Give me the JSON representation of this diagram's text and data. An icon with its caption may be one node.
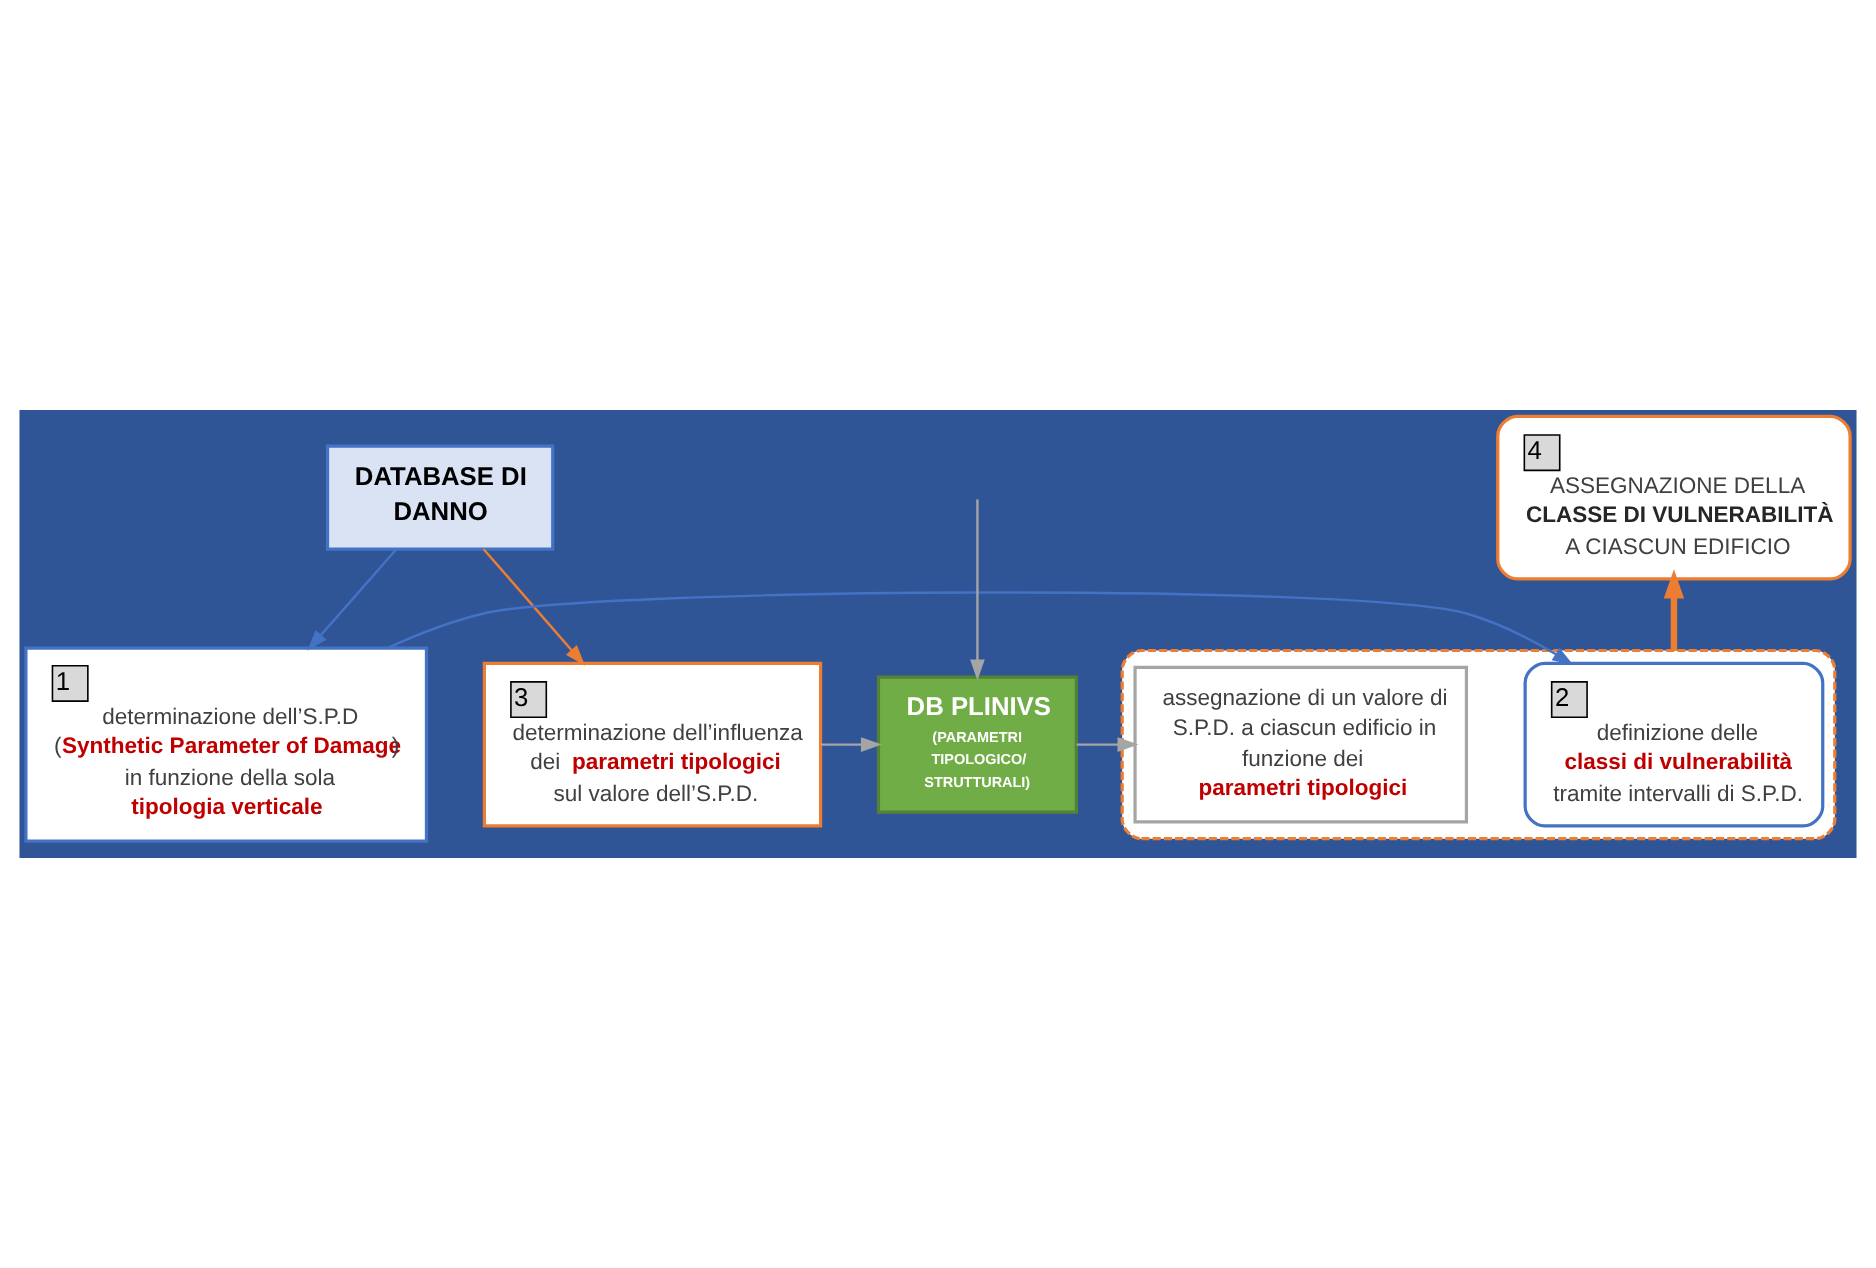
{
  "diagram": {
    "nodes": [
      {
        "text": [
          "DATABASE DI DANNO"
        ]
      },
      {
        "text": [
          "4",
          "ASSEGNAZIONE DELLA **CLASSE DI VULNERABILITÀ** A CIASCUN EDIFICIO"
        ]
      },
      {
        "text": [
          "1",
          "determinazione dell’S.P.D (**Synthetic Parameter of Damage**) in funzione della sola **tipologia verticale**."
        ]
      },
      {
        "text": [],
        "shape": "box"
      },
      {
        "text": [
          "2",
          "definizione delle **classi di vulnerabilità** tramite intervalli di S.P.D."
        ],
        "in": 3
      },
      {
        "text": [
          "3",
          "determinazione dell’influenza dei **parametri tipologici** sul valore dell’S.P.D."
        ]
      },
      {
        "text": [
          "DB PLINIVS",
          "(PARAMETRI TIPOLOGICO/ STRUTTURALI)"
        ]
      },
      {
        "text": [
          "assegnazione di un valore di S.P.D. a ciascun edificio in funzione dei **parametri tipologici**"
        ],
        "in": 3
      }
    ],
    "edges": [
      {
        "from": 0,
        "to": 2,
        "arrow": "to",
        "color": "#4472c4"
      },
      {
        "from": 0,
        "to": 5,
        "arrow": "to",
        "color": "#ed7d31"
      },
      {
        "from": 3,
        "to": 1,
        "arrow": "to",
        "style": "thick",
        "color": "#ed7d31"
      },
      {
        "from": 2,
        "to": 4,
        "arrow": "to",
        "color": "#4472c4"
      },
      {
        "from": null,
        "to": 6,
        "arrow": "to"
      },
      {
        "from": 5,
        "to": 6,
        "arrow": "to"
      },
      {
        "from": 6,
        "to": 7,
        "arrow": "to"
      }
    ]
  }
}
